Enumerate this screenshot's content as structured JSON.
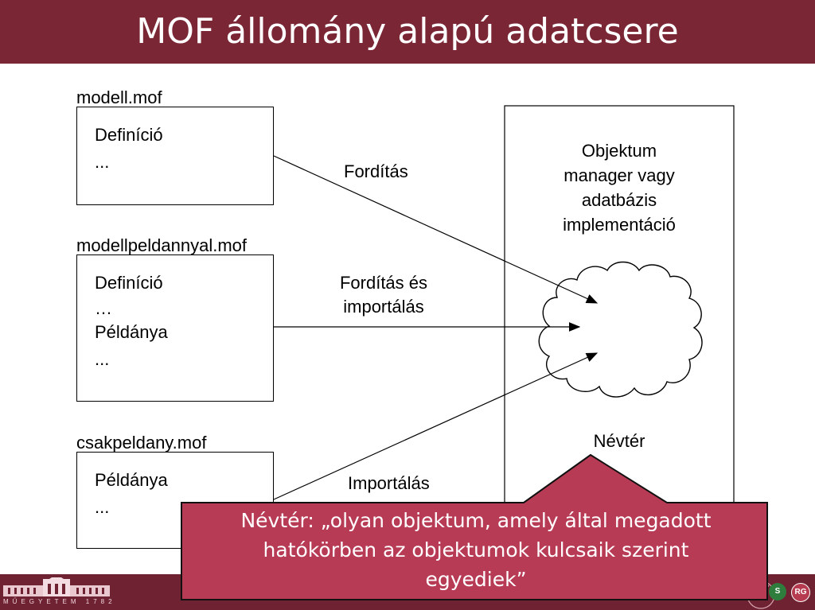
{
  "slide": {
    "title": "MOF állomány alapú adatcsere"
  },
  "files": [
    {
      "filename": "modell.mof",
      "lines": [
        "Definíció",
        "..."
      ]
    },
    {
      "filename": "modellpeldannyal.mof",
      "lines": [
        "Definíció",
        "…",
        "Példánya",
        "..."
      ]
    },
    {
      "filename": "csakpeldany.mof",
      "lines": [
        "Példánya",
        "..."
      ]
    }
  ],
  "arrows": {
    "compile": "Fordítás",
    "compile_import": [
      "Fordítás és",
      "importálás"
    ],
    "import": "Importálás"
  },
  "repository": {
    "lines": [
      "Objektum",
      "manager vagy",
      "adatbázis",
      "implementáció"
    ],
    "namespace": "Névtér"
  },
  "callout": {
    "lines": [
      "Névtér: „olyan objektum, amely által megadott",
      "hatókörben az objektumok kulcsaik szerint",
      "egyediek”"
    ]
  },
  "footer": {
    "university_text": "MŰEGYETEM 1782",
    "badge_s": "S",
    "badge_rg": "RG"
  },
  "colors": {
    "title_bar": "#7a2635",
    "callout_fill": "#b83b55",
    "footer": "#6f2232"
  }
}
